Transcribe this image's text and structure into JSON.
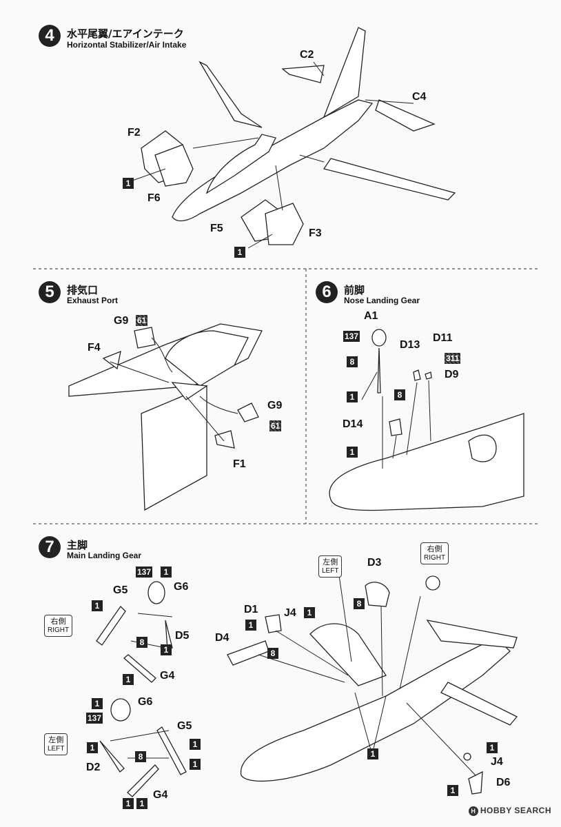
{
  "steps": [
    {
      "number": "4",
      "title_jp": "水平尾翼/エアインテーク",
      "title_en": "Horizontal Stabilizer/Air Intake"
    },
    {
      "number": "5",
      "title_jp": "排気口",
      "title_en": "Exhaust Port"
    },
    {
      "number": "6",
      "title_jp": "前脚",
      "title_en": "Nose Landing Gear"
    },
    {
      "number": "7",
      "title_jp": "主脚",
      "title_en": "Main Landing Gear"
    }
  ],
  "step4": {
    "parts": [
      "C2",
      "C4",
      "F2",
      "F6",
      "F5",
      "F3"
    ],
    "colors": [
      "1",
      "1"
    ]
  },
  "step5": {
    "parts": [
      "G9",
      "F4",
      "G9",
      "F1"
    ],
    "colors": [
      "61",
      "61"
    ]
  },
  "step6": {
    "parts": [
      "A1",
      "D13",
      "D11",
      "D9",
      "D14"
    ],
    "colors": [
      "137",
      "8",
      "311",
      "8",
      "1",
      "1"
    ]
  },
  "step7": {
    "parts": [
      "G6",
      "G5",
      "D5",
      "G4",
      "G6",
      "G5",
      "D2",
      "G4",
      "D3",
      "D1",
      "J4",
      "D4",
      "J4",
      "D6"
    ],
    "colors": [
      "137",
      "1",
      "1",
      "8",
      "1",
      "1",
      "1",
      "137",
      "1",
      "1",
      "8",
      "1",
      "1",
      "8",
      "1",
      "1",
      "8",
      "1",
      "1",
      "1",
      "1"
    ],
    "side_right": {
      "jp": "右側",
      "en": "RIGHT"
    },
    "side_left": {
      "jp": "左側",
      "en": "LEFT"
    }
  },
  "watermark": {
    "logo": "H",
    "text": "HOBBY SEARCH"
  },
  "colors": {
    "ink": "#222222",
    "paper": "#fafafa",
    "dash": "#555555"
  }
}
